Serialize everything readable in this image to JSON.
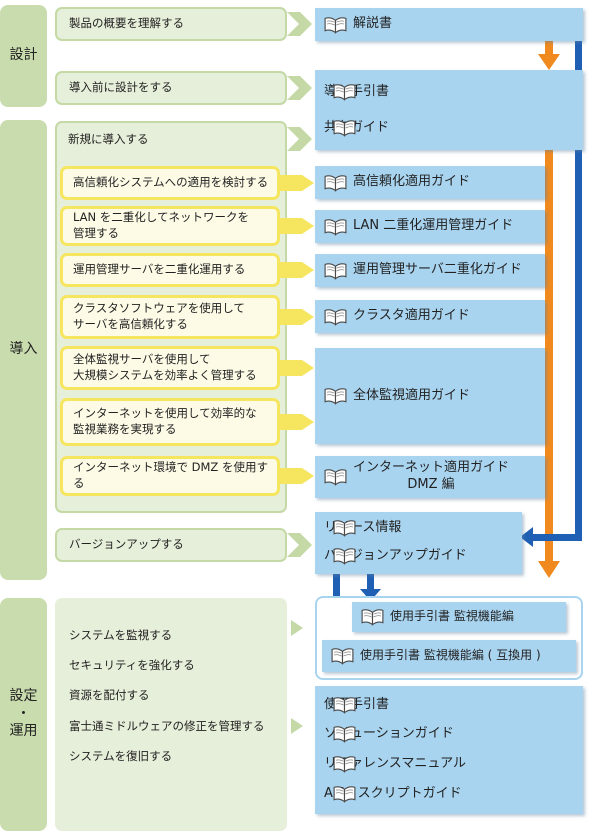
{
  "phases": {
    "design": "設計",
    "intro": "導入",
    "ops": "設定\n・\n運用"
  },
  "design": {
    "task1": "製品の概要を理解する",
    "task2": "導入前に設計をする",
    "doc_kaisetsu": "解説書",
    "doc_dounyu": "導入手引書",
    "doc_kyouzon": "共存ガイド"
  },
  "intro": {
    "new_intro": "新規に導入する",
    "tasks": [
      "高信頼化システムへの適用を検討する",
      "LAN を二重化してネットワークを\n管理する",
      "運用管理サーバを二重化運用する",
      "クラスタソフトウェアを使用して\nサーバを高信頼化する",
      "全体監視サーバを使用して\n大規模システムを効率よく管理する",
      "インターネットを使用して効率的な\n監視業務を実現する",
      "インターネット環境で DMZ を使用する"
    ],
    "docs": {
      "kou": "高信頼化適用ガイド",
      "lan": "LAN 二重化運用管理ガイド",
      "server": "運用管理サーバ二重化ガイド",
      "cluster": "クラスタ適用ガイド",
      "zentai": "全体監視適用ガイド",
      "internet": "インターネット適用ガイド\nDMZ 編"
    },
    "version_task": "バージョンアップする",
    "doc_release": "リリース情報",
    "doc_version": "バージョンアップガイド"
  },
  "ops": {
    "tasks": [
      "システムを監視する",
      "セキュリティを強化する",
      "資源を配付する",
      "富士通ミドルウェアの修正を管理する",
      "システムを復旧する"
    ],
    "doc_kanshi": "使用手引書 監視機能編",
    "doc_kanshi_compat": "使用手引書 監視機能編 ( 互換用 )",
    "docs": [
      "使用手引書",
      "ソリューションガイド",
      "リファレンスマニュアル",
      "API・スクリプトガイド"
    ]
  },
  "colors": {
    "phase": "#c9dcae",
    "green_panel": "#e6efd9",
    "green_border": "#c4d9a6",
    "yellow_border": "#f6e65f",
    "doc_blue": "#a9d4f0",
    "orange_arrow": "#f08a1e",
    "blue_arrow": "#1f5fb4"
  },
  "icons": [
    "book-icon",
    "chevron-right-icon",
    "arrow-down-icon",
    "arrow-left-icon"
  ]
}
